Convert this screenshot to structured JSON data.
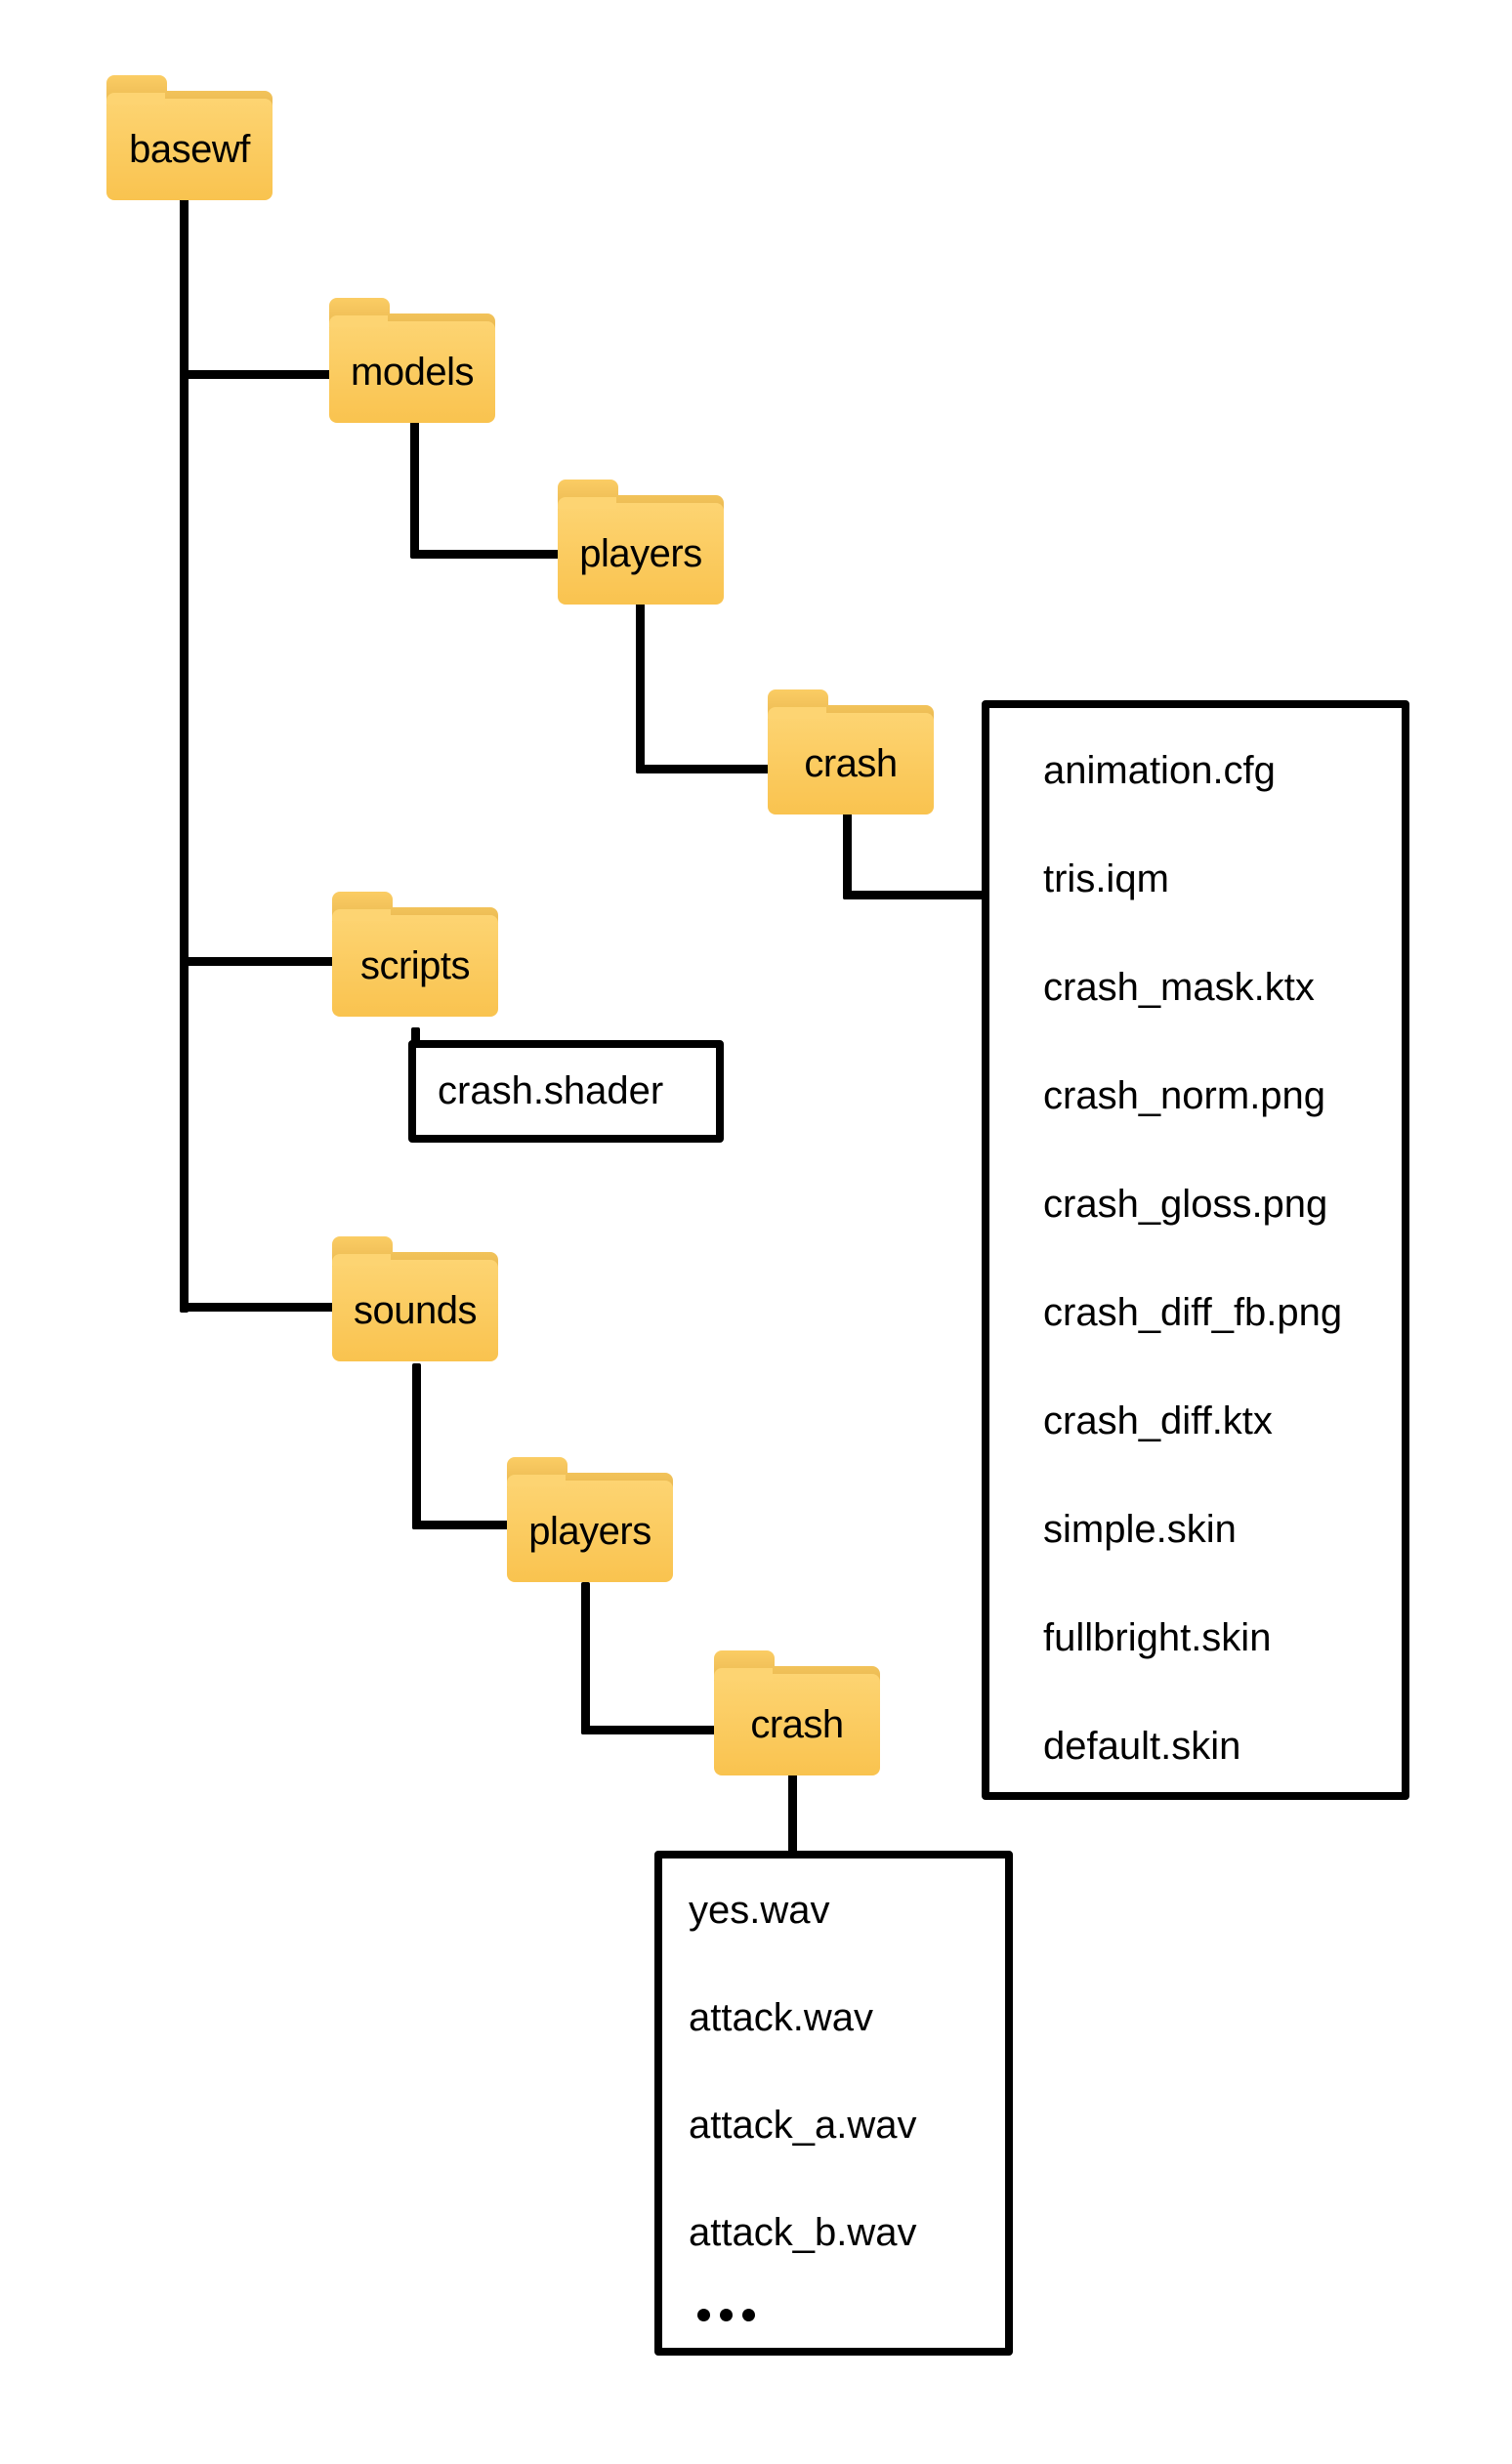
{
  "diagram": {
    "type": "directory-tree",
    "root": {
      "name": "basewf",
      "children": {
        "models": {
          "name": "models",
          "players": {
            "name": "players",
            "crash": {
              "name": "crash",
              "files": [
                "animation.cfg",
                "tris.iqm",
                "crash_mask.ktx",
                "crash_norm.png",
                "crash_gloss.png",
                "crash_diff_fb.png",
                "crash_diff.ktx",
                "simple.skin",
                "fullbright.skin",
                "default.skin"
              ]
            }
          }
        },
        "scripts": {
          "name": "scripts",
          "files": [
            "crash.shader"
          ]
        },
        "sounds": {
          "name": "sounds",
          "players": {
            "name": "players",
            "crash": {
              "name": "crash",
              "files": [
                "yes.wav",
                "attack.wav",
                "attack_a.wav",
                "attack_b.wav"
              ],
              "more_indicator": "ellipsis"
            }
          }
        }
      }
    },
    "folder_color": "#F9C550",
    "line_color": "#000000"
  }
}
